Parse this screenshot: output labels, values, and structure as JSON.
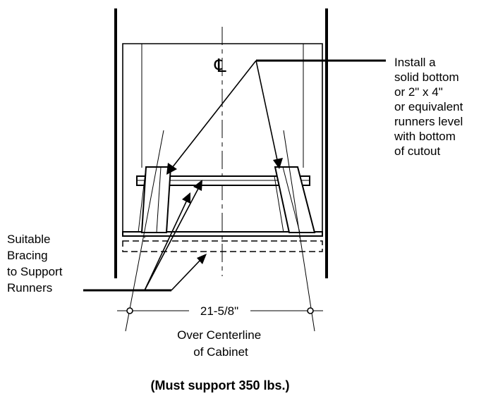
{
  "diagram": {
    "centerline_symbol": "℄",
    "label_install": [
      "Install a",
      "solid bottom",
      "or 2\" x 4\"",
      "or equivalent",
      "runners level",
      "with bottom",
      "of cutout"
    ],
    "label_bracing": [
      "Suitable",
      "Bracing",
      "to Support",
      "Runners"
    ],
    "dimension": "21-5/8\"",
    "dimension_note": [
      "Over Centerline",
      "of Cabinet"
    ],
    "caption": "(Must support 350 lbs.)"
  }
}
